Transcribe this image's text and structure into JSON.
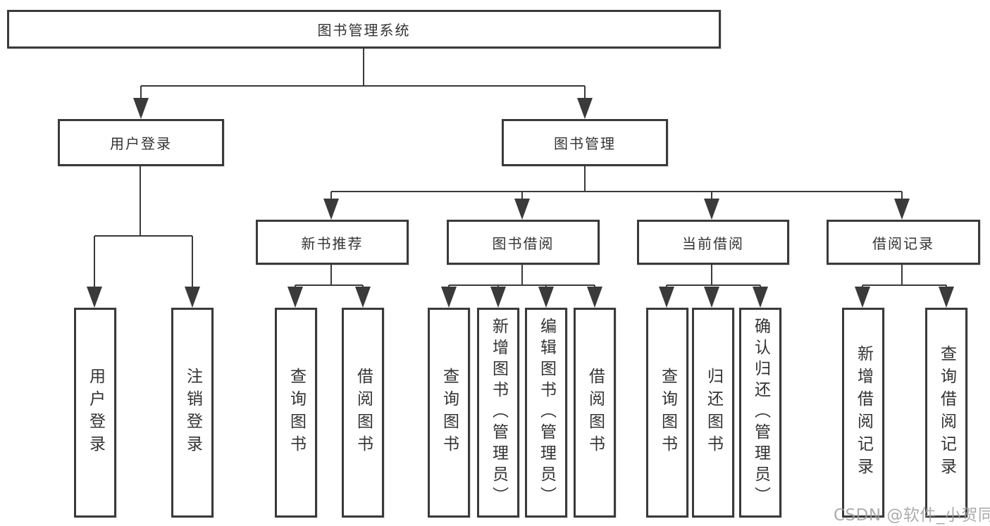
{
  "diagram": {
    "type": "tree",
    "colors": {
      "line": "#3a3a3a",
      "box_border": "#3a3a3a",
      "box_background": "#ffffff",
      "text": "#333333",
      "watermark": "#9e9e9e"
    },
    "tree": {
      "label": "图书管理系统",
      "children": [
        {
          "label": "用户登录",
          "children": [
            {
              "label": "用户登录"
            },
            {
              "label": "注销登录"
            }
          ]
        },
        {
          "label": "图书管理",
          "children": [
            {
              "label": "新书推荐",
              "children": [
                {
                  "label": "查询图书"
                },
                {
                  "label": "借阅图书"
                }
              ]
            },
            {
              "label": "图书借阅",
              "children": [
                {
                  "label": "查询图书"
                },
                {
                  "label": "新增图书（管理员）"
                },
                {
                  "label": "编辑图书（管理员）"
                },
                {
                  "label": "借阅图书"
                }
              ]
            },
            {
              "label": "当前借阅",
              "children": [
                {
                  "label": "查询图书"
                },
                {
                  "label": "归还图书"
                },
                {
                  "label": "确认归还（管理员）"
                }
              ]
            },
            {
              "label": "借阅记录",
              "children": [
                {
                  "label": "新增借阅记录"
                },
                {
                  "label": "查询借阅记录"
                }
              ]
            }
          ]
        }
      ]
    },
    "watermark": {
      "text": "CSDN @软件_小贺同学"
    }
  }
}
